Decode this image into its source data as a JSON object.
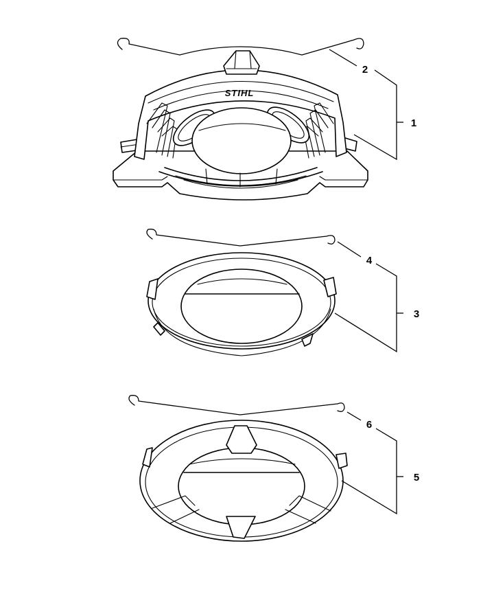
{
  "diagram": {
    "brand_text": "STIHL",
    "callouts": [
      "1",
      "2",
      "3",
      "4",
      "5",
      "6"
    ]
  }
}
